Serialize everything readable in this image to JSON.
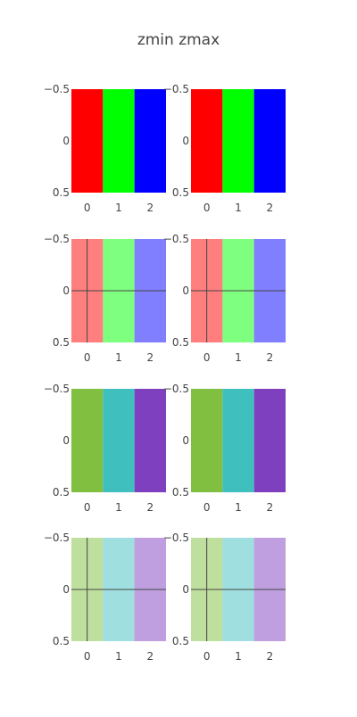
{
  "page": {
    "title": "zmin zmax"
  },
  "chart_data": {
    "type": "heatmap",
    "title": "zmin zmax",
    "x": [
      0,
      1,
      2
    ],
    "y": [
      0
    ],
    "xlim": [
      -0.5,
      2.5
    ],
    "ylim": [
      0.5,
      -0.5
    ],
    "x_ticks": [
      "0",
      "1",
      "2"
    ],
    "y_ticks": [
      "−0.5",
      "0",
      "0.5"
    ],
    "panels": [
      {
        "row": 1,
        "col": 1,
        "colors": [
          "#ff0000",
          "#00ff00",
          "#0000ff"
        ],
        "opacity": 1,
        "zeroline": false
      },
      {
        "row": 1,
        "col": 2,
        "colors": [
          "#ff0000",
          "#00ff00",
          "#0000ff"
        ],
        "opacity": 1,
        "zeroline": false
      },
      {
        "row": 2,
        "col": 1,
        "colors": [
          "#ff0000",
          "#00ff00",
          "#0000ff"
        ],
        "opacity": 0.5,
        "zeroline": true
      },
      {
        "row": 2,
        "col": 2,
        "colors": [
          "#ff0000",
          "#00ff00",
          "#0000ff"
        ],
        "opacity": 0.5,
        "zeroline": true
      },
      {
        "row": 3,
        "col": 1,
        "colors": [
          "#80bf40",
          "#40bfbf",
          "#7f40bf"
        ],
        "opacity": 1,
        "zeroline": false
      },
      {
        "row": 3,
        "col": 2,
        "colors": [
          "#80bf40",
          "#40bfbf",
          "#7f40bf"
        ],
        "opacity": 1,
        "zeroline": false
      },
      {
        "row": 4,
        "col": 1,
        "colors": [
          "#80bf40",
          "#40bfbf",
          "#7f40bf"
        ],
        "opacity": 0.5,
        "zeroline": true
      },
      {
        "row": 4,
        "col": 2,
        "colors": [
          "#80bf40",
          "#40bfbf",
          "#7f40bf"
        ],
        "opacity": 0.5,
        "zeroline": true
      }
    ],
    "grid": false
  },
  "colors": {
    "text": "#444444",
    "axis": "#444444"
  }
}
